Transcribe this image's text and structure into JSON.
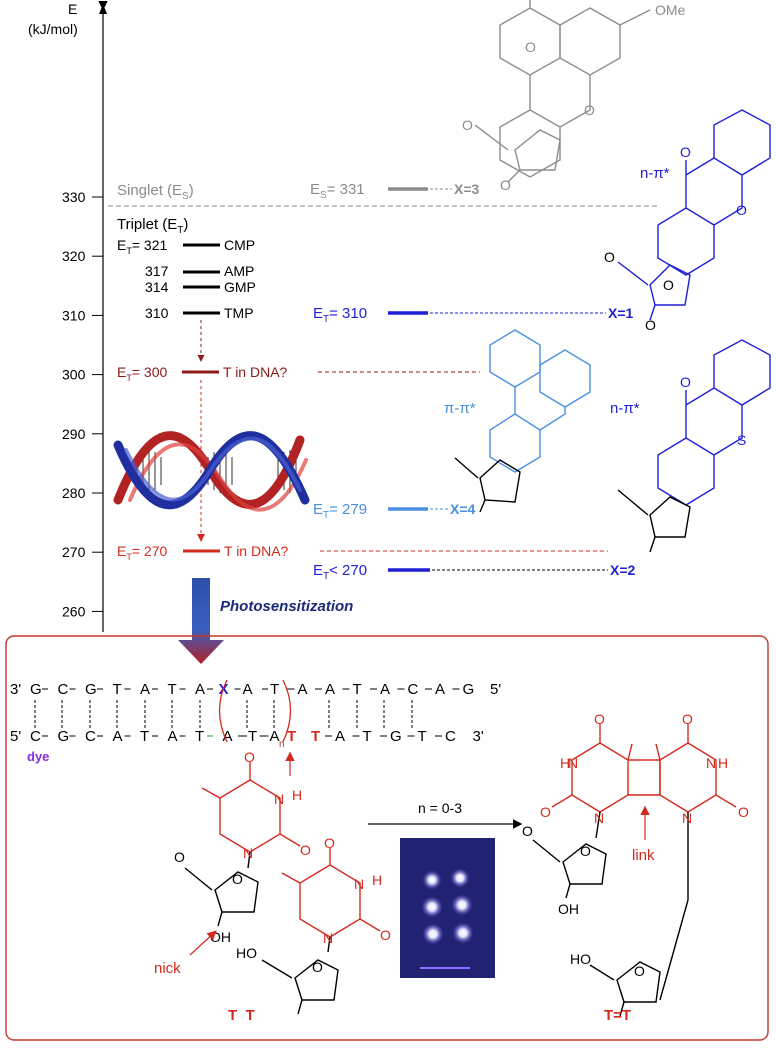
{
  "colors": {
    "black": "#000000",
    "gray": "#8c8c8c",
    "darkred": "#8b1a1a",
    "red": "#d42a1e",
    "blue": "#1f1fd6",
    "lightblue": "#4a90e2",
    "panel_border": "#c0392b",
    "navy": "#1c2a7a",
    "purple": "#8a2be2"
  },
  "axis": {
    "label": "E",
    "unit": "(kJ/mol)",
    "ticks": [
      "330",
      "320",
      "310",
      "300",
      "290",
      "280",
      "270",
      "260"
    ]
  },
  "levels": {
    "singlet_label": "Singlet (E",
    "singlet_sub": "S",
    "singlet_close": ")",
    "triplet_label": "Triplet (E",
    "triplet_sub": "T",
    "triplet_close": ")",
    "cmp_prefix": "E",
    "cmp_sub": "T",
    "cmp_value": "= 321",
    "cmp_name": "CMP",
    "amp_value": "317",
    "amp_name": "AMP",
    "gmp_value": "314",
    "gmp_name": "GMP",
    "tmp_value": "310",
    "tmp_name": "TMP",
    "t300_prefix": "E",
    "t300_sub": "T",
    "t300_value": "= 300",
    "t300_name": "T in DNA?",
    "t270_prefix": "E",
    "t270_sub": "T",
    "t270_value": "= 270",
    "t270_name": "T in DNA?"
  },
  "sensitizers": {
    "x3_prefix": "E",
    "x3_sub": "S",
    "x3_value": "= 331",
    "x3_label": "X=3",
    "x1_prefix": "E",
    "x1_sub": "T",
    "x1_value": "= 310",
    "x1_label": "X=1",
    "x4_prefix": "E",
    "x4_sub": "T",
    "x4_value": "= 279",
    "x4_label": "X=4",
    "x2_prefix": "E",
    "x2_sub": "T",
    "x2_value": "< 270",
    "x2_label": "X=2",
    "n_pi_1": "n-π*",
    "pi_pi": "π-π*",
    "n_pi_2": "n-π*",
    "ome": "OMe",
    "o": "O",
    "s": "S"
  },
  "arrow": {
    "label": "Photosensitization"
  },
  "dna": {
    "top_3": "3'",
    "top_5": "5'",
    "top_left": [
      "G",
      "C",
      "G",
      "T",
      "A",
      "T",
      "A"
    ],
    "top_x": "X",
    "top_loop": [
      "A",
      "T"
    ],
    "top_right": [
      "A",
      "A",
      "T",
      "A",
      "C",
      "A",
      "G"
    ],
    "bot_5": "5'",
    "bot_3": "3'",
    "bot_left": [
      "C",
      "G",
      "C",
      "A",
      "T",
      "A",
      "T",
      "A"
    ],
    "bot_loop": [
      "T",
      "A"
    ],
    "bot_n": "n",
    "bot_T1": "T",
    "bot_T2": "T",
    "bot_right": [
      "A",
      "T",
      "G",
      "T",
      "C"
    ],
    "dye": "dye"
  },
  "reaction": {
    "condition": "n = 0-3",
    "nick": "nick",
    "link": "link",
    "tt_label": "T  T",
    "product_label": "T=T",
    "h": "H",
    "oh": "OH",
    "ho": "HO",
    "n": "N"
  }
}
